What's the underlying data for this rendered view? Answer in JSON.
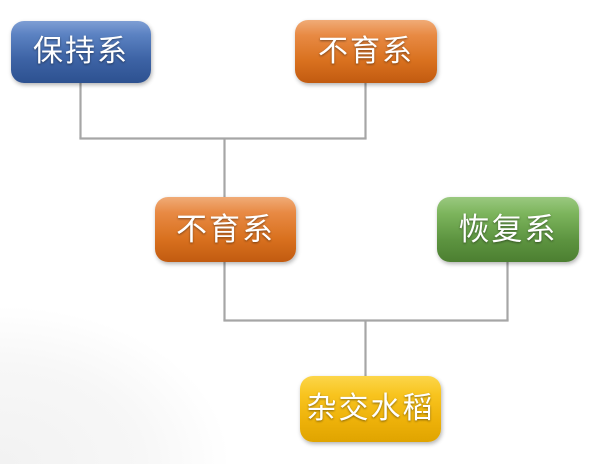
{
  "diagram": {
    "title_text": "",
    "background_color": "#ffffff",
    "connector_color": "#a6a6a6",
    "nodes": [
      {
        "id": "maintainer",
        "label": "保持系",
        "color": "#3d63a5",
        "gradient_top": "#7e9ed4",
        "gradient_bottom": "#2d5190",
        "row": 1,
        "column": "left"
      },
      {
        "id": "sterile-top",
        "label": "不育系",
        "color": "#d9711f",
        "gradient_top": "#f0ab77",
        "gradient_bottom": "#c25b10",
        "row": 1,
        "column": "right"
      },
      {
        "id": "sterile-mid",
        "label": "不育系",
        "color": "#d9711f",
        "gradient_top": "#f0ab77",
        "gradient_bottom": "#c25b10",
        "row": 2,
        "column": "left"
      },
      {
        "id": "restorer",
        "label": "恢复系",
        "color": "#5d9440",
        "gradient_top": "#9ac97f",
        "gradient_bottom": "#4c7f31",
        "row": 2,
        "column": "right"
      },
      {
        "id": "hybrid-rice",
        "label": "杂交水稻",
        "color": "#eeb20a",
        "gradient_top": "#fcd64a",
        "gradient_bottom": "#e0a400",
        "row": 3,
        "column": "center"
      }
    ],
    "connectors": [
      {
        "from": "maintainer",
        "to": "sterile-mid",
        "style": "elbow"
      },
      {
        "from": "sterile-top",
        "to": "sterile-mid",
        "style": "elbow"
      },
      {
        "from": "sterile-mid",
        "to": "hybrid-rice",
        "style": "elbow"
      },
      {
        "from": "restorer",
        "to": "hybrid-rice",
        "style": "elbow"
      }
    ]
  }
}
